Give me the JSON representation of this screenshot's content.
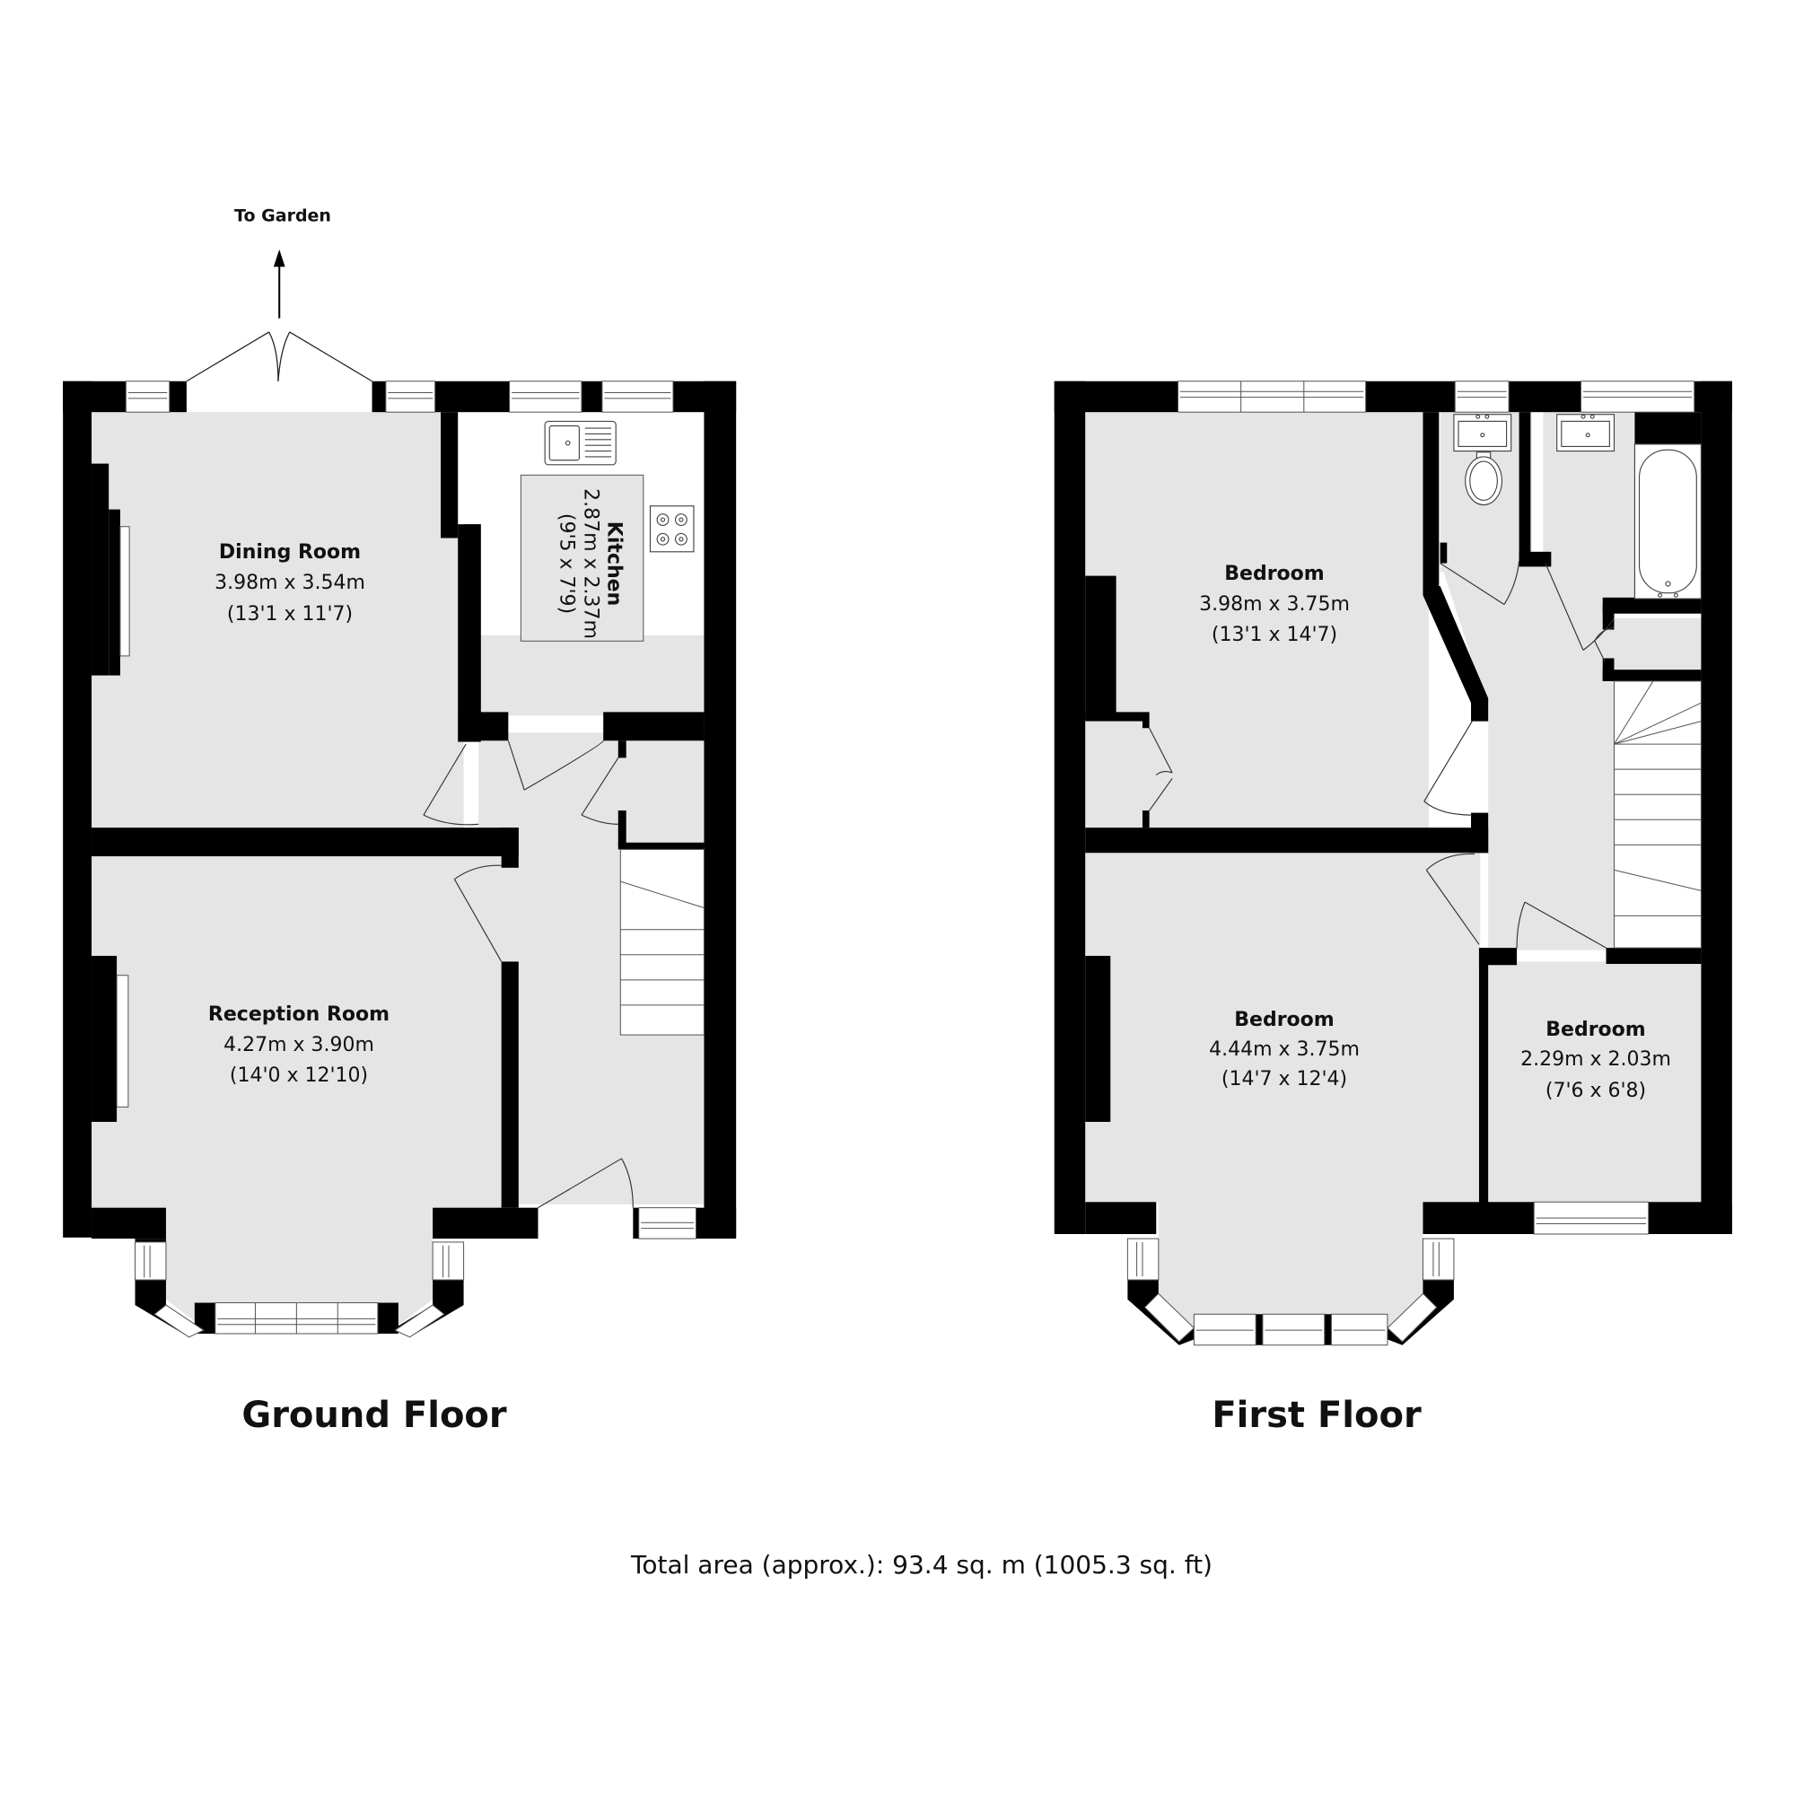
{
  "annotations": {
    "to_garden": "To Garden"
  },
  "ground_floor": {
    "title": "Ground Floor",
    "rooms": [
      {
        "name": "Dining Room",
        "metric": "3.98m x 3.54m",
        "imperial": "(13'1 x 11'7)"
      },
      {
        "name": "Kitchen",
        "metric": "2.87m x 2.37m",
        "imperial": "(9'5 x 7'9)"
      },
      {
        "name": "Reception Room",
        "metric": "4.27m x 3.90m",
        "imperial": "(14'0 x 12'10)"
      }
    ]
  },
  "first_floor": {
    "title": "First Floor",
    "rooms": [
      {
        "name": "Bedroom",
        "metric": "3.98m x 3.75m",
        "imperial": "(13'1 x 14'7)"
      },
      {
        "name": "Bedroom",
        "metric": "4.44m x 3.75m",
        "imperial": "(14'7 x 12'4)"
      },
      {
        "name": "Bedroom",
        "metric": "2.29m x 2.03m",
        "imperial": "(7'6 x 6'8)"
      }
    ]
  },
  "total_area": "Total area (approx.): 93.4 sq. m (1005.3 sq. ft)",
  "colors": {
    "wall": "#000000",
    "floor": "#e5e5e5",
    "background": "#ffffff",
    "fixture_stroke": "#333333"
  }
}
